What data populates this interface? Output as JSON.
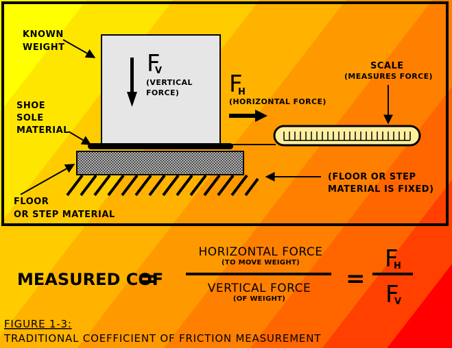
{
  "labels": {
    "known_weight_1": "KNOWN",
    "known_weight_2": "WEIGHT",
    "fv_symbol": "F",
    "fv_sub": "V",
    "fv_desc_1": "(VERTICAL",
    "fv_desc_2": "FORCE)",
    "fh_symbol": "F",
    "fh_sub": "H",
    "fh_desc": "(HORIZONTAL FORCE)",
    "scale_title": "SCALE",
    "scale_desc": "(MEASURES FORCE)",
    "shoe_1": "SHOE",
    "shoe_2": "SOLE",
    "shoe_3": "MATERIAL",
    "fixed_1": "(FLOOR OR STEP",
    "fixed_2": "MATERIAL IS FIXED)",
    "floor_1": "FLOOR",
    "floor_2": "OR STEP MATERIAL"
  },
  "formula": {
    "lhs": "MEASURED COF",
    "equals": "=",
    "numerator": "HORIZONTAL FORCE",
    "numerator_sub": "(TO MOVE WEIGHT)",
    "denominator": "VERTICAL FORCE",
    "denominator_sub": "(OF WEIGHT)",
    "rhs_num_symbol": "F",
    "rhs_num_sub": "H",
    "rhs_den_symbol": "F",
    "rhs_den_sub": "V"
  },
  "caption": {
    "figure": "FIGURE 1-3:",
    "title": "TRADITIONAL COEFFICIENT OF FRICTION MEASUREMENT"
  },
  "colors": {
    "gradient_stops": [
      "#ffff00",
      "#ffcc00",
      "#ff9900",
      "#ff6600",
      "#ff0000"
    ],
    "block": "#e6e6e6",
    "frame": "#000000"
  }
}
